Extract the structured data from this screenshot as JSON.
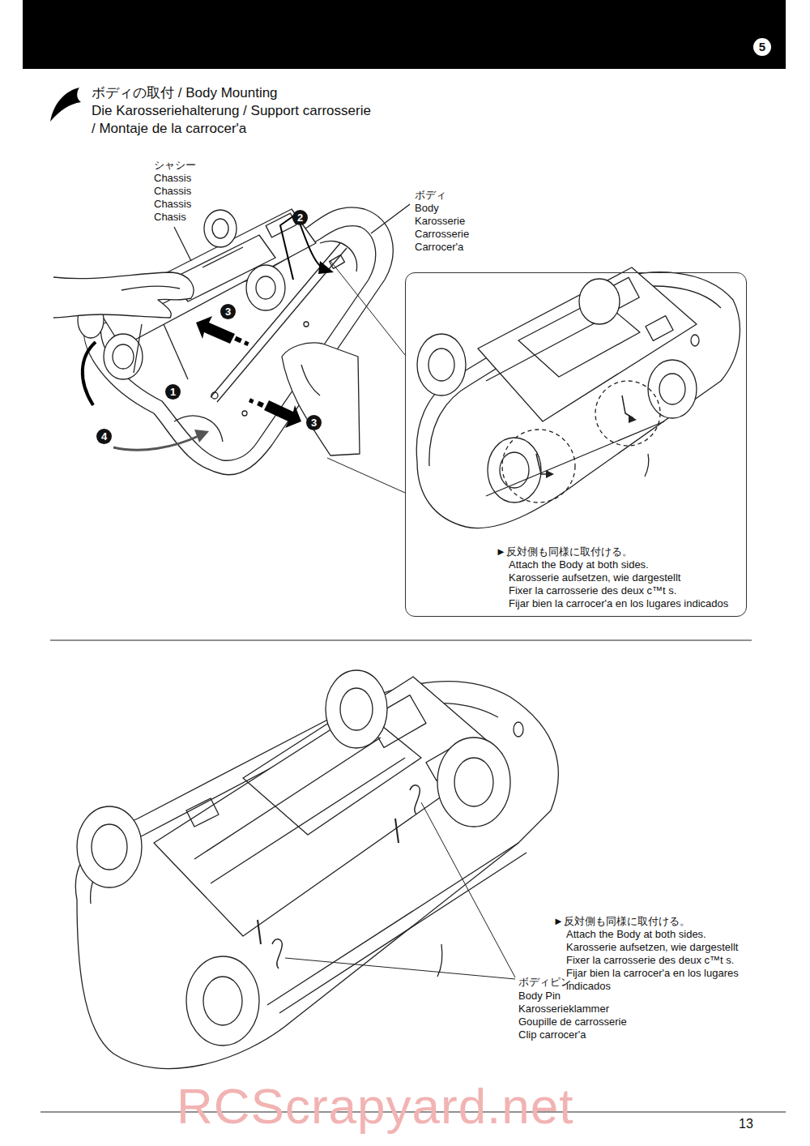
{
  "diagram": {
    "title": "ボディの取付 / Body Mounting",
    "nodes": [
      {
        "text": [
          "►反対側も同様に取付ける。",
          "Attach the Body at both sides.",
          "Karosserie aufsetzen, wie dargestellt",
          "Fixer la carrosserie des deux c™t s.",
          "Fijar bien la carrocer'a en los lugares indicados"
        ]
      }
    ],
    "labels": [
      "Die Karosseriehalterung / Support carrosserie",
      "/ Montaje de la carrocer'a",
      "5",
      "シャシー",
      "Chassis",
      "Chassis",
      "Chassis",
      "Chasis",
      "ボディ",
      "Body",
      "Karosserie",
      "Carrosserie",
      "Carrocer'a",
      "2",
      "3",
      "1",
      "3",
      "4",
      "►反対側も同様に取付ける。",
      "Attach the Body at both sides.",
      "Karosserie aufsetzen, wie dargestellt",
      "Fixer la carrosserie des deux c™t s.",
      "Fijar bien la carrocer'a en los lugares indicados",
      "ボディピン",
      "Body Pin",
      "Karosserieklammer",
      "Goupille de carrosserie",
      "Clip carrocer'a",
      "RCScrapyard.net",
      "13"
    ]
  }
}
